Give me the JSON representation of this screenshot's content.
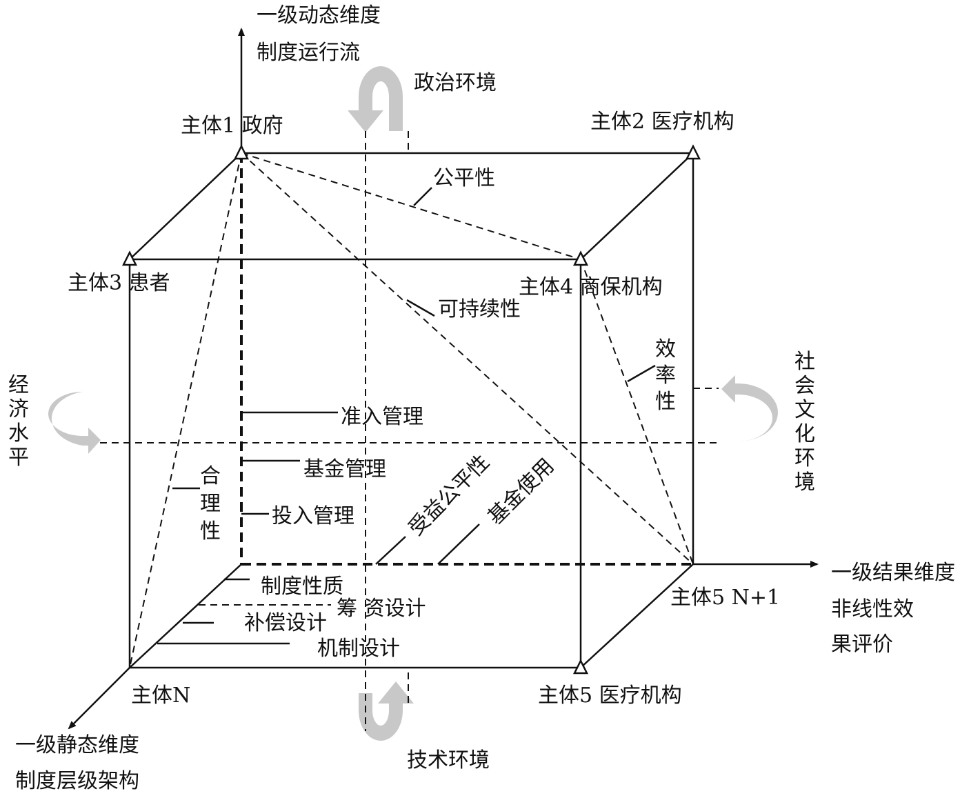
{
  "axes": {
    "vertical": [
      "一级动态维度",
      "制度运行流"
    ],
    "right": [
      "一级结果维度",
      "非线性效",
      "果评价"
    ],
    "front": [
      "一级静态维度",
      "制度层级架构"
    ]
  },
  "nodes": {
    "p1": "主体1 政府",
    "p2": "主体2 医疗机构",
    "p3": "主体3 患者",
    "p4": "主体4 商保机构",
    "pn": "主体N",
    "p5": "主体5 医疗机构",
    "p5n1": "主体5 N+1"
  },
  "environments": {
    "political": "政治环境",
    "economic": [
      "经",
      "济",
      "水",
      "平"
    ],
    "social": [
      "社",
      "会",
      "文",
      "化",
      "环",
      "境"
    ],
    "tech": "技术环境"
  },
  "relations": {
    "fairness": "公平性",
    "sustainability": "可持续性",
    "efficiency": [
      "效",
      "率",
      "性"
    ],
    "rationality": [
      "合",
      "理",
      "性"
    ],
    "benefit_fairness": "受益公平性",
    "fund_use": "基金使用"
  },
  "management": {
    "access": "准入管理",
    "fund": "基金管理",
    "input": "投入管理"
  },
  "design": {
    "nature": "制度性质",
    "financing": "筹 资设计",
    "compensation": "补偿设计",
    "mechanism": "机制设计"
  }
}
